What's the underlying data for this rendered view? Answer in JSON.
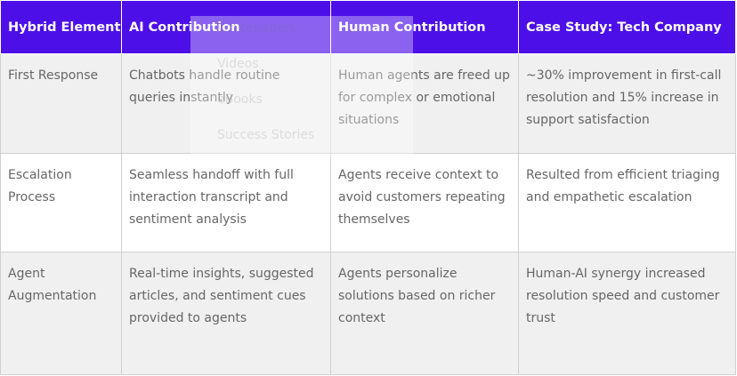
{
  "table": {
    "headers": [
      "Hybrid Element",
      "AI Contribution",
      "Human Contribution",
      "Case Study: Tech Company"
    ],
    "rows": [
      {
        "element": "First Response",
        "ai": "Chatbots handle routine queries instantly",
        "human": "Human agents are freed up for complex or emotional situations",
        "case": "~30% improvement in first-call resolution and 15% increase in support satisfaction"
      },
      {
        "element": "Escalation Process",
        "ai": "Seamless handoff with full interaction transcript and sentiment analysis",
        "human": "Agents receive context to avoid customers repeating themselves",
        "case": "Resulted from efficient triaging and empathetic escalation"
      },
      {
        "element": "Agent Augmentation",
        "ai": "Real-time insights, suggested articles, and sentiment cues provided to agents",
        "human": "Agents personalize solutions based on richer context",
        "case": "Human-AI synergy increased resolution speed and customer trust"
      }
    ]
  },
  "menu_ghost": {
    "items": [
      "Whitepapers",
      "Videos",
      "eBooks",
      "Success Stories"
    ]
  },
  "colors": {
    "header_bg": "#4d0fe8",
    "header_text": "#ffffff",
    "body_text": "#666666"
  }
}
